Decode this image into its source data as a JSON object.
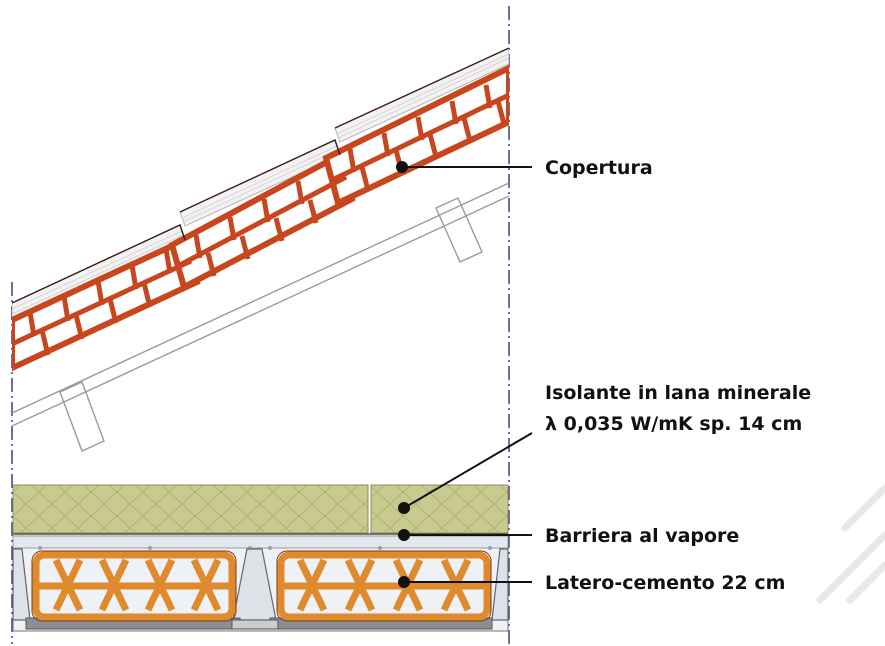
{
  "labels": {
    "copertura": "Copertura",
    "isolante_line1": "Isolante in lana minerale",
    "isolante_line2": "λ 0,035 W/mK  sp. 14 cm",
    "barriera": "Barriera al vapore",
    "laterocemento": "Latero-cemento 22 cm"
  },
  "colors": {
    "tile": "#c8461e",
    "insulation": "#c8c98e",
    "brick": "#e08a2e",
    "axis": "#4a4a8a",
    "leader": "#111111",
    "watermark": "#e6e6e6"
  }
}
